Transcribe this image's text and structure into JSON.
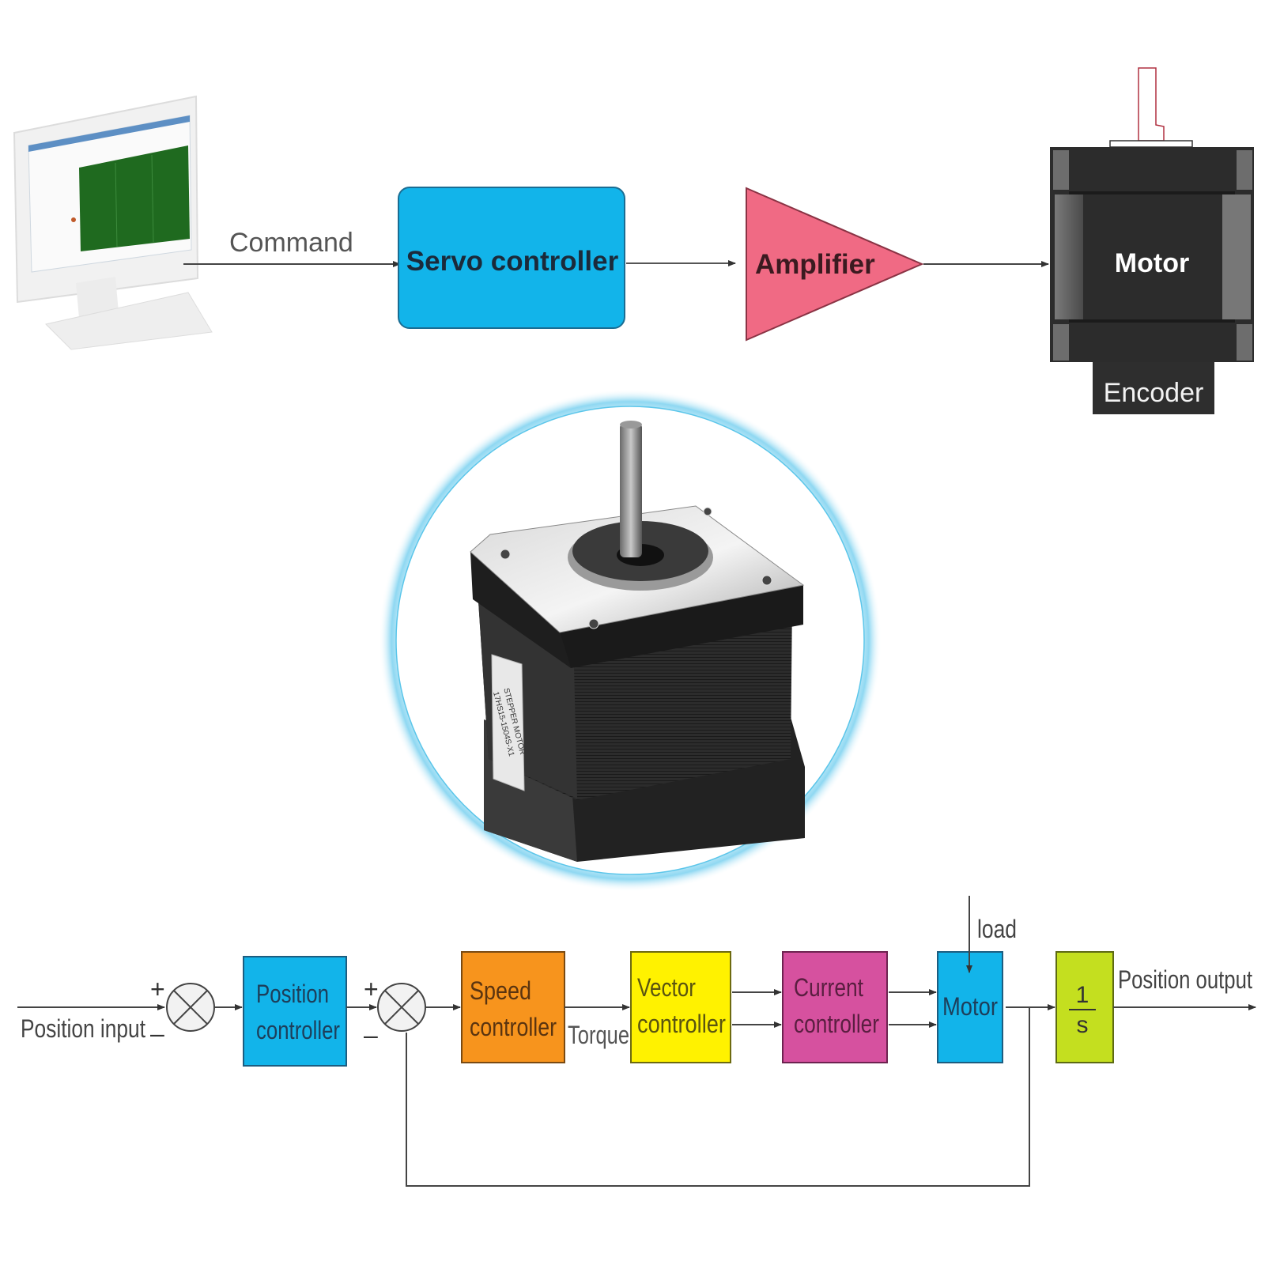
{
  "top_flow": {
    "computer": {
      "icon": "computer-monitor-icon"
    },
    "command_label": "Command",
    "servo_controller": {
      "label": "Servo controller",
      "color": "#12b4ea"
    },
    "amplifier": {
      "label": "Amplifier",
      "color": "#f06a84"
    },
    "motor": {
      "label": "Motor",
      "color": "#2e2e2e"
    },
    "encoder": {
      "label": "Encoder",
      "color": "#2e2e2e"
    }
  },
  "product_photo": {
    "icon": "stepper-motor-icon",
    "label_line1": "STEPPER MOTOR",
    "label_line2": "17HS15-1504S-X1",
    "glow_color": "#4cc3ea"
  },
  "block_diagram": {
    "position_input": "Position input",
    "sum1": {
      "plus": "+",
      "minus": "–"
    },
    "position_controller": {
      "line1": "Position",
      "line2": "controller",
      "color": "#12b4ea"
    },
    "sum2": {
      "plus": "+",
      "minus": "–"
    },
    "speed_controller": {
      "line1": "Speed",
      "line2": "controller",
      "color": "#f7941d"
    },
    "torque_label": "Torque",
    "vector_controller": {
      "line1": "Vector",
      "line2": "controller",
      "color": "#fff200"
    },
    "current_controller": {
      "line1": "Current",
      "line2": "controller",
      "color": "#d6519f"
    },
    "motor": {
      "label": "Motor",
      "color": "#12b4ea"
    },
    "load_label": "load",
    "integrator": {
      "numerator": "1",
      "denominator": "s",
      "color": "#c4df1f"
    },
    "position_output": "Position output"
  }
}
